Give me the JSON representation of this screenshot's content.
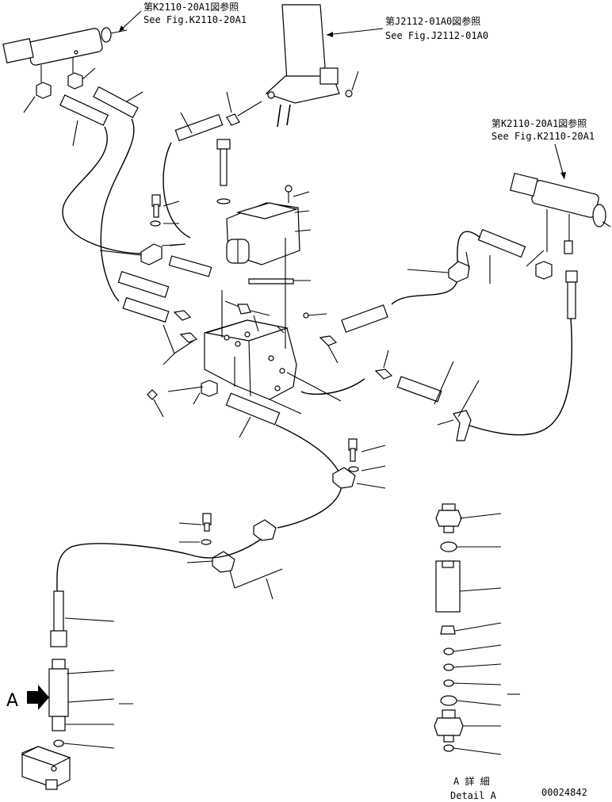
{
  "references": {
    "ref_top_left": {
      "jp": "第K2110-20A1図参照",
      "en": "See Fig.K2110-20A1"
    },
    "ref_top_center": {
      "jp": "第J2112-01A0図参照",
      "en": "See Fig.J2112-01A0"
    },
    "ref_right": {
      "jp": "第K2110-20A1図参照",
      "en": "See Fig.K2110-20A1"
    }
  },
  "view_marker": "A",
  "detail_caption": {
    "jp": "A 詳 細",
    "en": "Detail A"
  },
  "drawing_number": "00024842"
}
